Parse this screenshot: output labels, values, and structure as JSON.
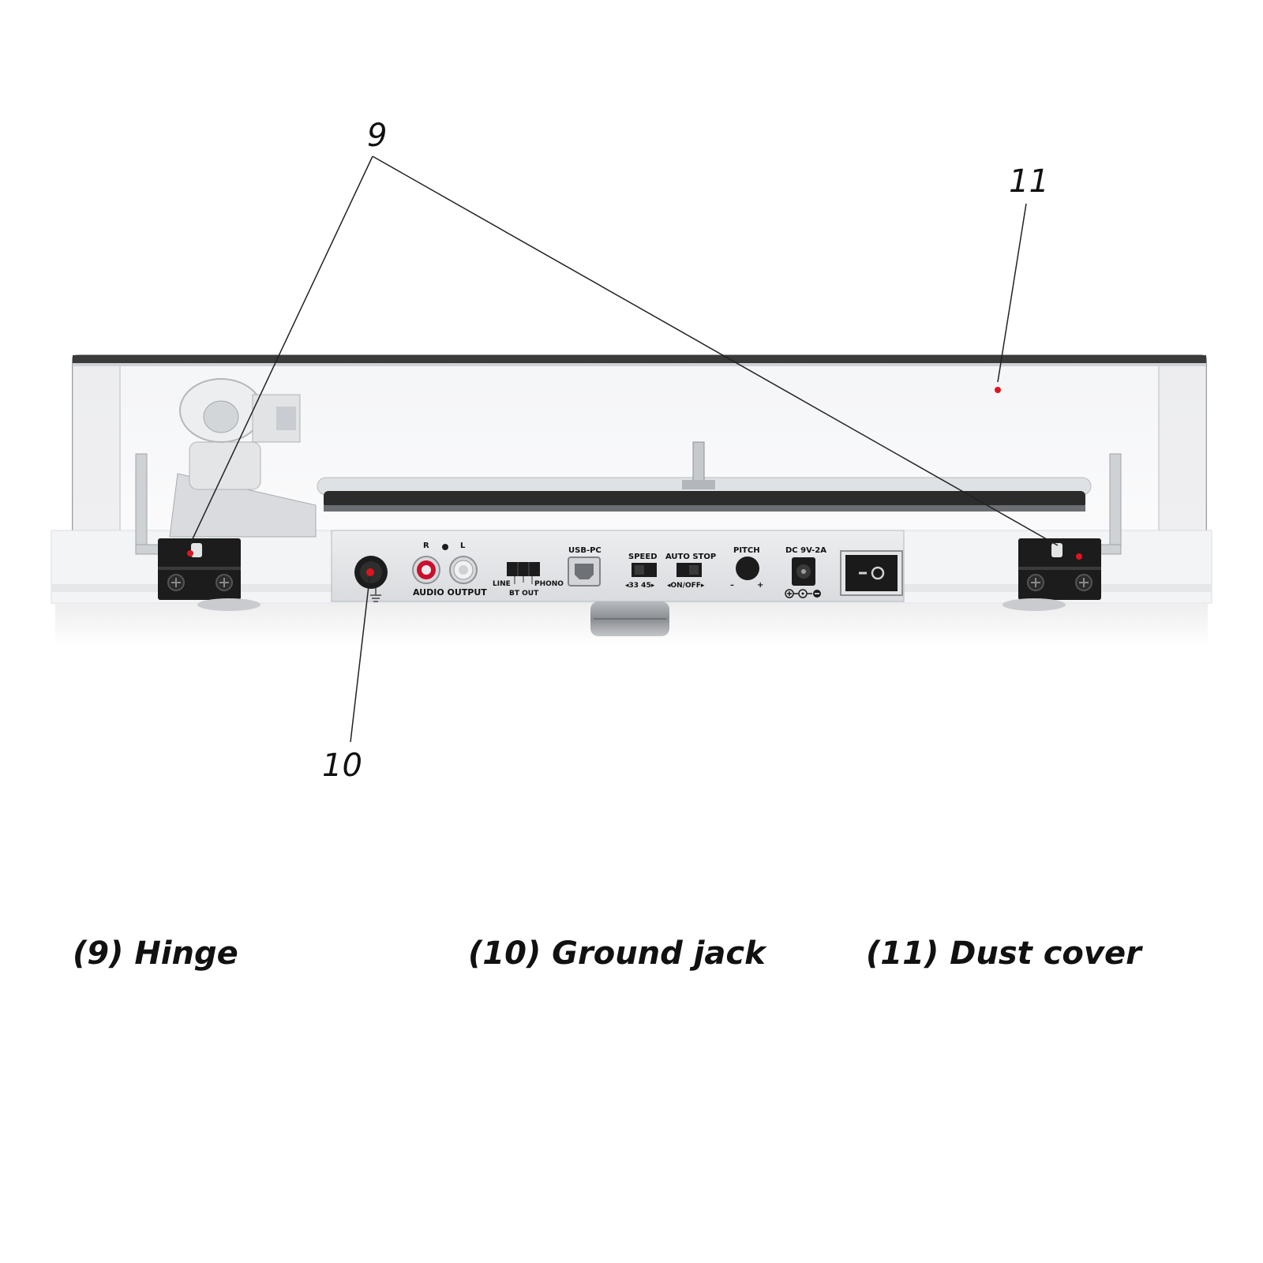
{
  "callouts": [
    {
      "number": "9"
    },
    {
      "number": "11"
    },
    {
      "number": "10"
    }
  ],
  "legend": [
    {
      "text": "(9) Hinge"
    },
    {
      "text": "(10) Ground jack"
    },
    {
      "text": "(11) Dust cover"
    }
  ],
  "panel": {
    "rca_r": "R",
    "rca_l": "L",
    "audio_output": "AUDIO OUTPUT",
    "switch_line": "LINE",
    "switch_bt": "BT OUT",
    "switch_phono": "PHONO",
    "usb": "USB-PC",
    "speed": "SPEED",
    "speed_values": "◂33 45▸",
    "auto_stop": "AUTO STOP",
    "auto_stop_values": "◂ON/OFF▸",
    "pitch": "PITCH",
    "pitch_minus": "–",
    "pitch_plus": "+",
    "dc": "DC 9V-2A"
  },
  "colors": {
    "marker": "#e0141e",
    "dark_part": "#1c1c1c",
    "panel": "#e4e5e7",
    "leader_line": "#222222"
  }
}
